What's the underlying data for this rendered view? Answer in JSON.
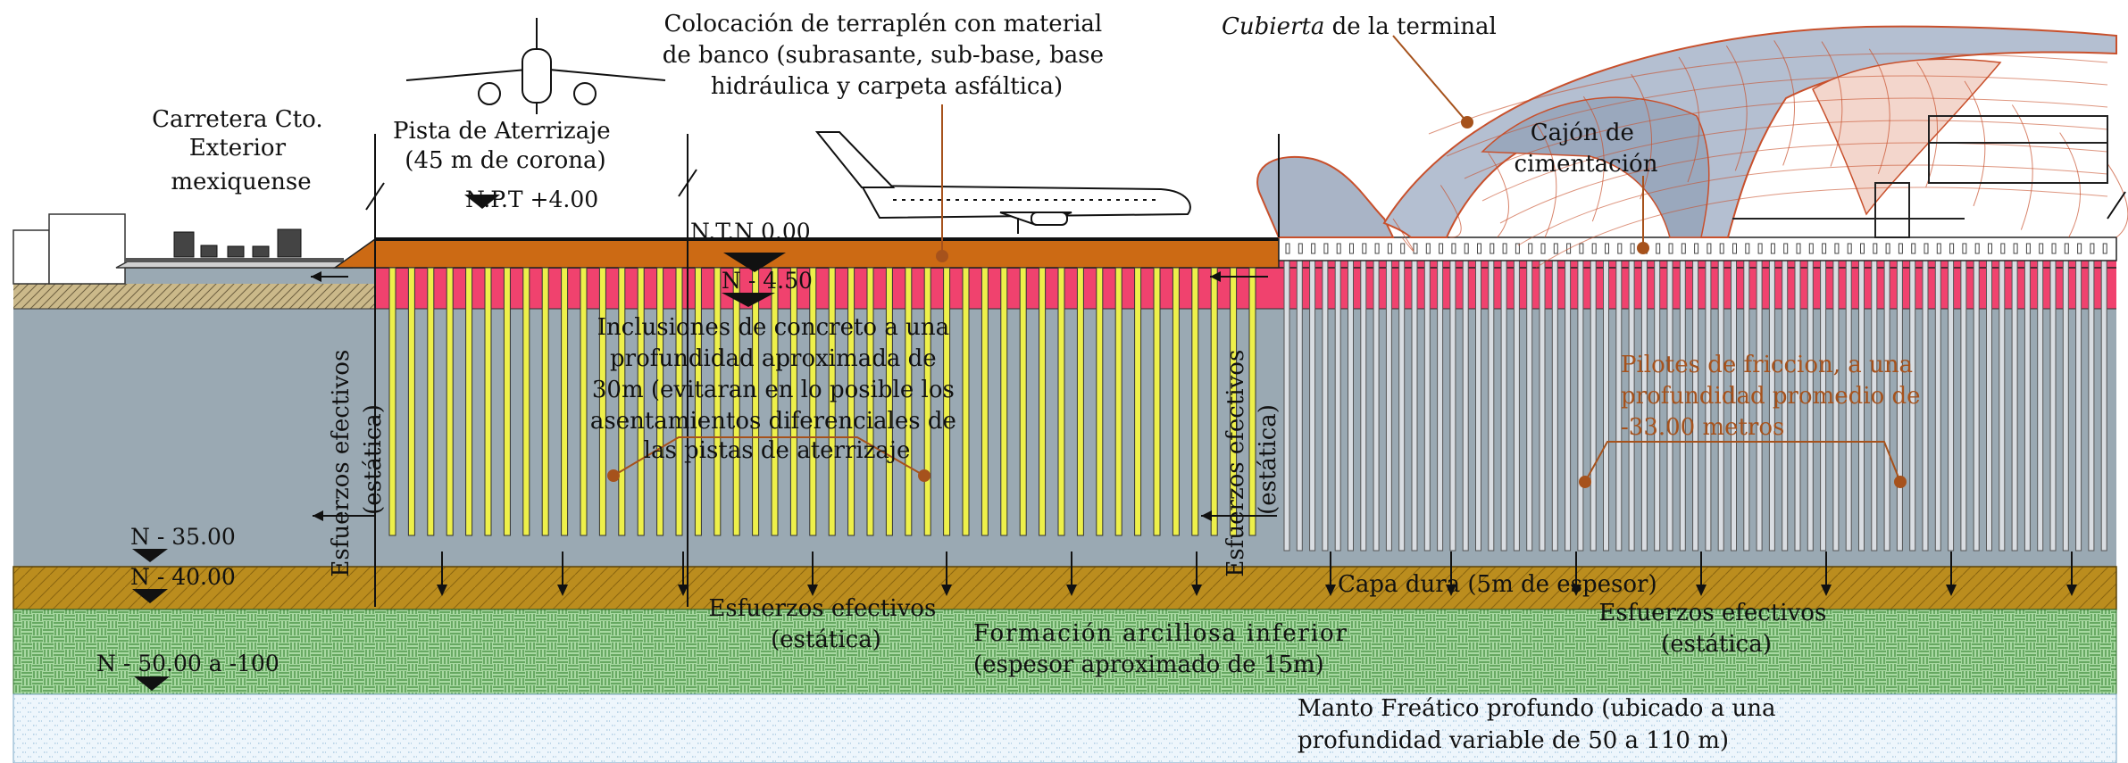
{
  "labels": {
    "road": [
      "Carretera Cto.",
      "Exterior",
      "mexiquense"
    ],
    "runway": [
      "Pista de Aterrizaje",
      "(45 m de corona)"
    ],
    "embankment": [
      "Colocación de terraplén con material",
      "de banco (subrasante, sub-base, base",
      "hidráulica y carpeta asfáltica)"
    ],
    "roof_italic": "Cubierta",
    "roof_rest": " de la terminal",
    "box": [
      "Cajón de",
      "cimentación"
    ],
    "inclusions": [
      "Inclusiones de concreto a una",
      "profundidad aproximada de",
      "30m (evitaran en lo posible los",
      "asentamientos diferenciales de",
      "las pistas de aterrizaje"
    ],
    "piles": [
      "Pilotes de friccion, a una",
      "profundidad promedio de",
      "-33.00 metros"
    ],
    "stress_vertical": [
      "Esfuerzos efectivos",
      "(estática)"
    ],
    "stress_left": [
      "Esfuerzos efectivos",
      "(estática)"
    ],
    "stress_right": [
      "Esfuerzos efectivos",
      "(estática)"
    ],
    "hard_layer": "Capa dura (5m de espesor)",
    "clay": [
      "Formación arcillosa inferior",
      "(espesor aproximado de 15m)"
    ],
    "water": [
      "Manto Freático profundo (ubicado a una",
      "profundidad variable de 50 a 110 m)"
    ]
  },
  "levels": {
    "npt": "N.P.T +4.00",
    "ntn": "N.T.N 0.00",
    "n450": "N - 4.50",
    "n35": "N - 35.00",
    "n40": "N - 40.00",
    "n50": "N - 50.00 a -100"
  },
  "colors": {
    "embankment": "#cc6a14",
    "pink_layer": "#f0426e",
    "clay_soft": "#9aa9b3",
    "hard_layer": "#bb8d1e",
    "clay_lower": "#a8d9a2",
    "water": "#e8f3fb",
    "inclusion": "#eef04a",
    "pile": "#d9dde2",
    "roof_line": "#c8502c",
    "roof_shade": "#9aa8bd",
    "label_accent": "#a6521c"
  }
}
